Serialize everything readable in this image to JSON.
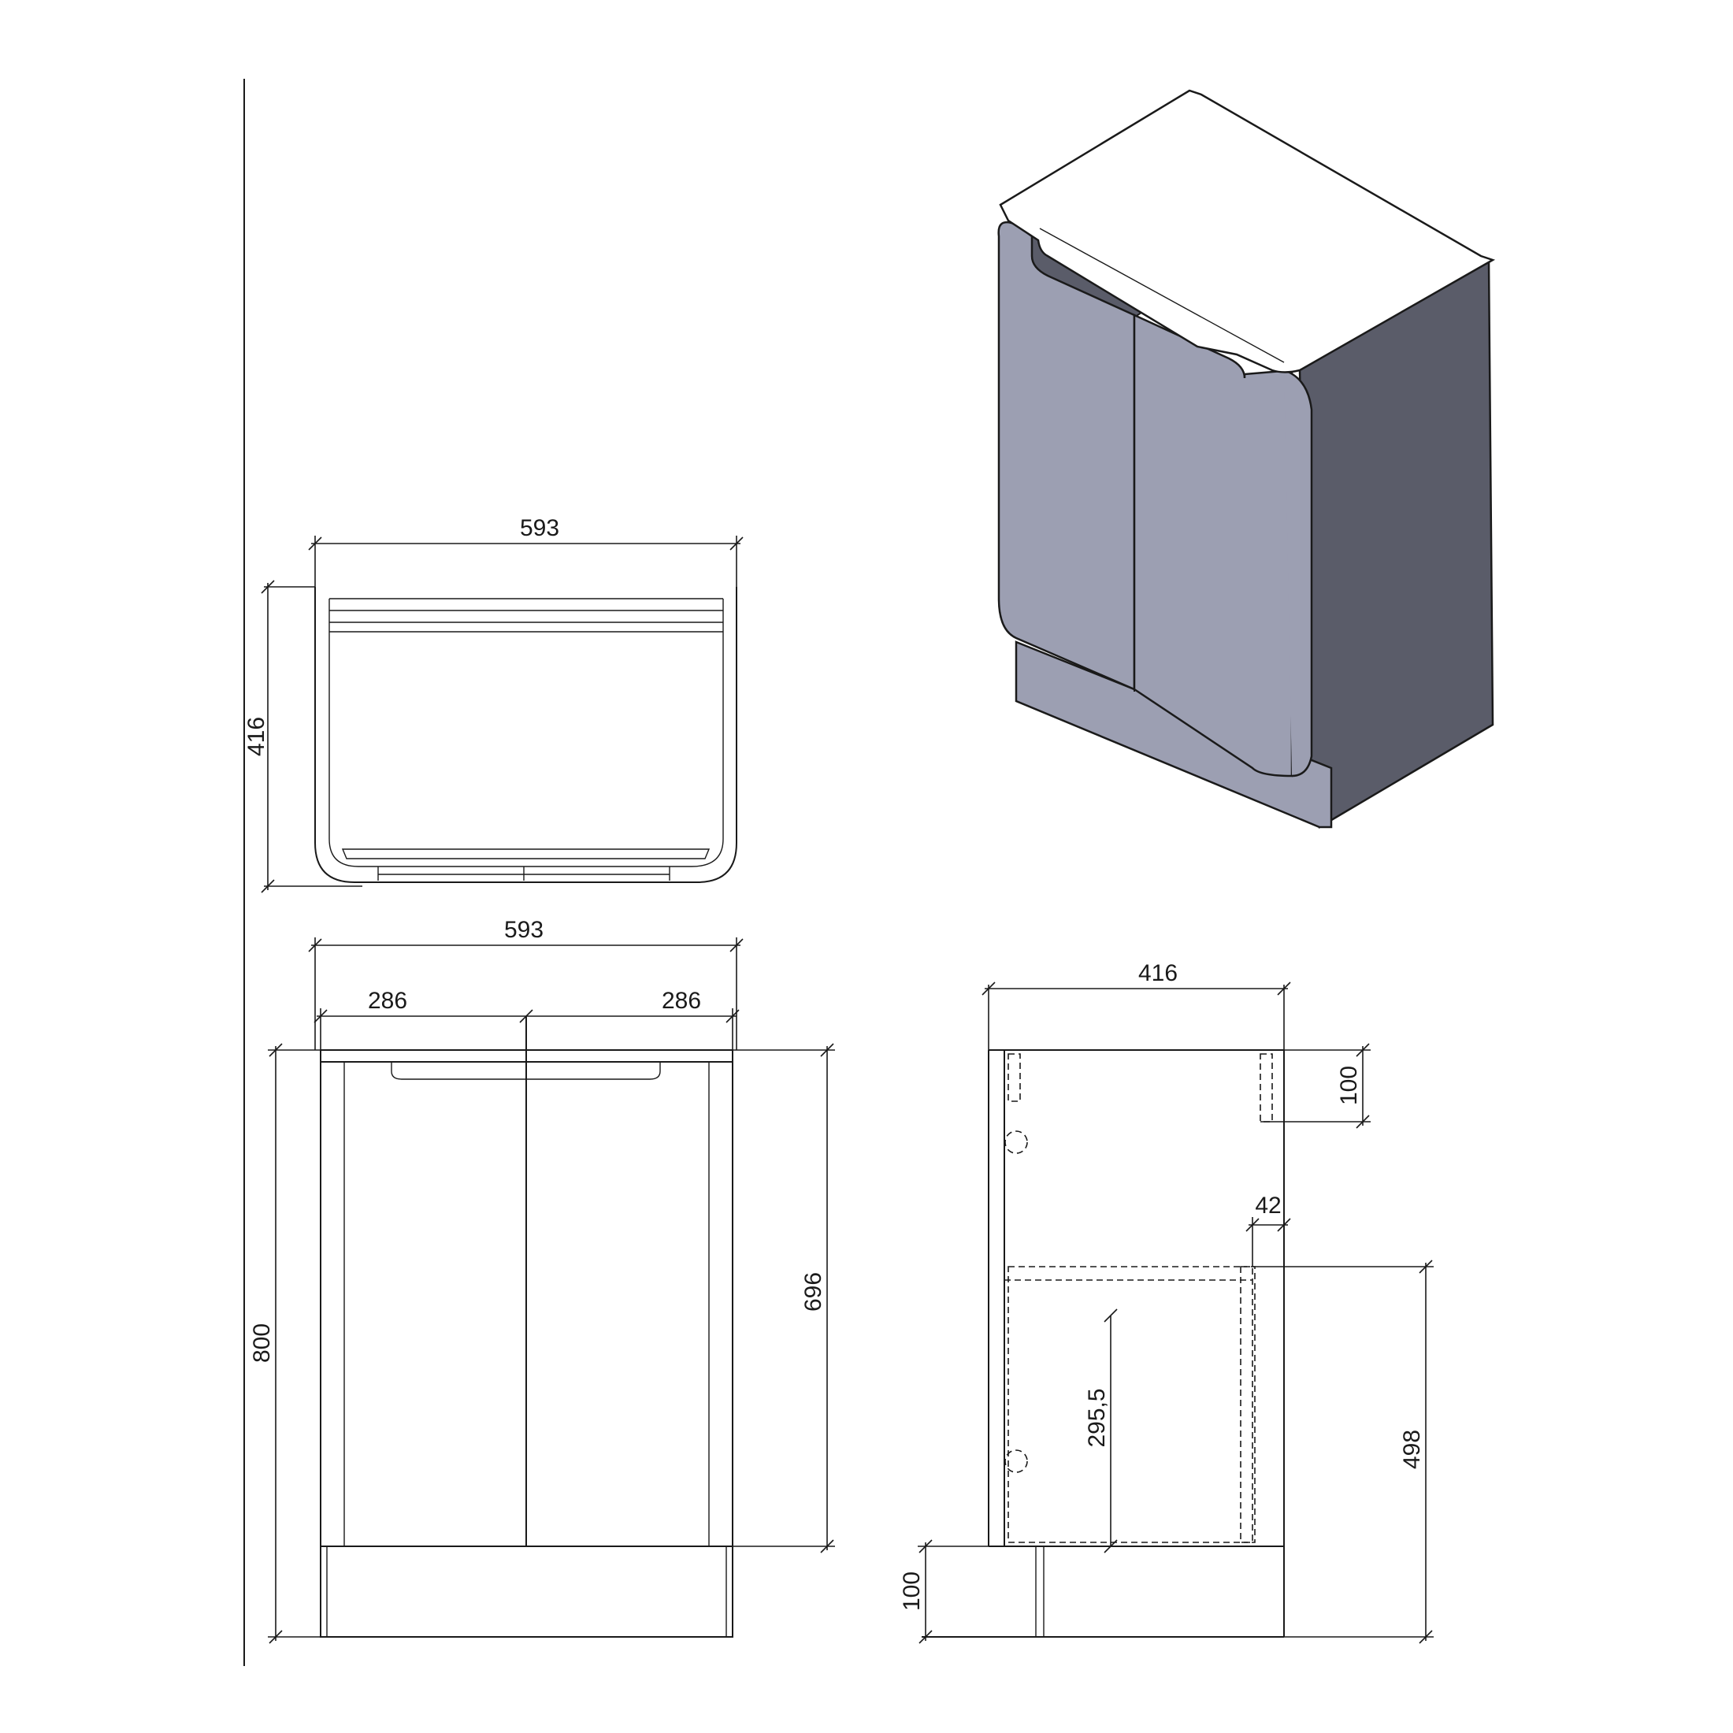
{
  "colors": {
    "line": "#1a1a1a",
    "panel_face": "#9c9fb2",
    "panel_side": "#5a5c69",
    "panel_back": "#9a9cae",
    "edge_white": "#ffffff"
  },
  "dimensions": {
    "top_width": "593",
    "top_depth": "416",
    "front_width": "593",
    "door_left": "286",
    "door_right": "286",
    "total_height": "800",
    "door_height": "696",
    "side_depth": "416",
    "top_drawer": "100",
    "offset": "42",
    "inner_height": "498",
    "shelf_height": "295,5",
    "plinth": "100"
  }
}
